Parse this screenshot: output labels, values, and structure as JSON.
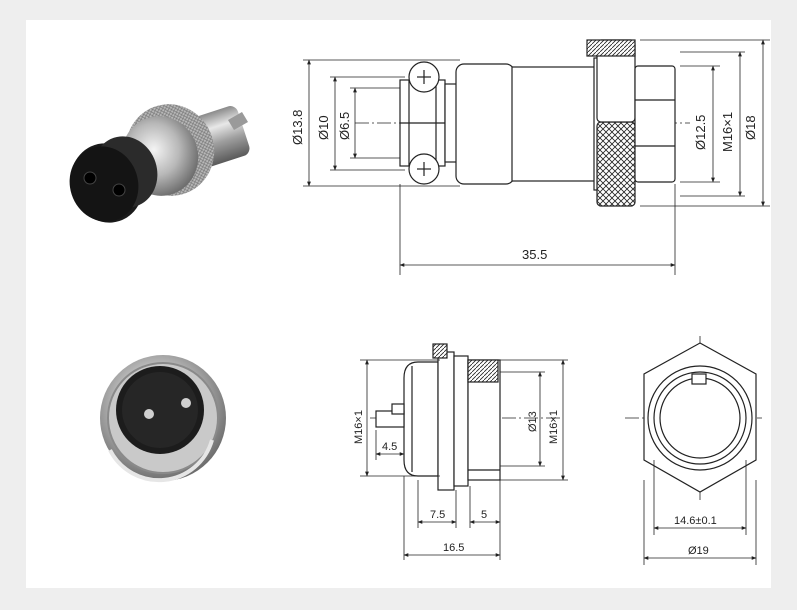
{
  "top_drawing": {
    "dims": {
      "d13_8": "Ø13.8",
      "d10": "Ø10",
      "d6_5": "Ø6.5",
      "d12_5": "Ø12.5",
      "m16": "M16×1",
      "d18": "Ø18",
      "len35_5": "35.5"
    }
  },
  "bottom_drawing": {
    "dims": {
      "m16_left": "M16×1",
      "d13": "Ø13",
      "m16_right": "M16×1",
      "d4_5": "4.5",
      "d7_5": "7.5",
      "d5": "5",
      "d16_5": "16.5"
    }
  },
  "hex_drawing": {
    "dims": {
      "d14_6": "14.6±0.1",
      "d19": "Ø19"
    }
  }
}
